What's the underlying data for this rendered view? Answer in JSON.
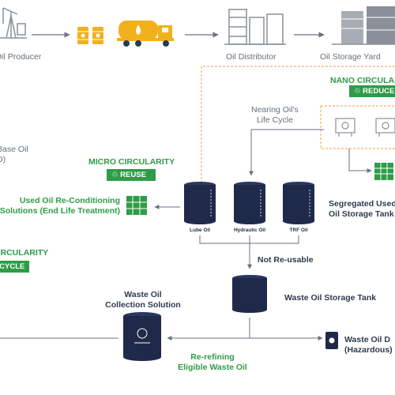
{
  "supply_chain": {
    "producer_label": "Oil Producer",
    "distributor_label": "Oil Distributor",
    "storage_yard_label": "Oil Storage Yard"
  },
  "nano_circularity": {
    "title": "NANO CIRCULARITY",
    "badge": "REDUCE"
  },
  "micro_circularity": {
    "title": "MICRO CIRCULARITY",
    "badge": "REUSE"
  },
  "left_circularity": {
    "title": "CIRCULARITY",
    "badge": "RECYCLE"
  },
  "labels": {
    "base_oil_line1": "Base Oil",
    "base_oil_line2": "D)",
    "nearing_line1": "Nearing Oil's",
    "nearing_line2": "Life Cycle",
    "reconditioning_line1": "Used Oil Re-Conditioning",
    "reconditioning_line2": "Solutions (End Life Treatment)",
    "segregated_line1": "Segregated Used",
    "segregated_line2": "Oil Storage Tank",
    "not_reusable": "Not Re-usable",
    "waste_storage_tank": "Waste Oil Storage Tank",
    "collection_line1": "Waste Oil",
    "collection_line2": "Collection Solution",
    "rerefining_line1": "Re-refining",
    "rerefining_line2": "Eligible Waste Oil",
    "hazardous_line1": "Waste Oil D",
    "hazardous_line2": "(Hazardous)"
  },
  "tanks": [
    {
      "label": "Lube Oil"
    },
    {
      "label": "Hydraulic Oil"
    },
    {
      "label": "TRF Oil"
    }
  ],
  "colors": {
    "navy": "#1f2a4a",
    "green": "#2e9c47",
    "yellow": "#f2b01c",
    "orange_dashed": "#f0a040",
    "gray": "#8a9099"
  }
}
